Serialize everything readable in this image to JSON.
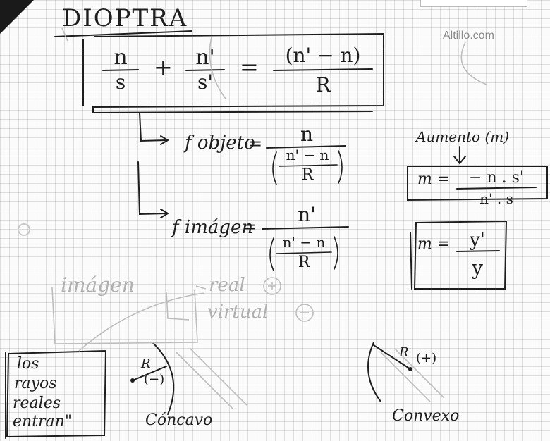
{
  "title": "DIOPTRA",
  "watermark": "Altillo.com",
  "formula": {
    "n1": "n",
    "d1": "s",
    "plus": "+",
    "n2": "n'",
    "d2": "s'",
    "equals": "=",
    "n3": "(n' − n)",
    "d3": "R"
  },
  "fobjeto": {
    "label": "f objeto",
    "equals": "=",
    "num": "n",
    "den_num": "n' − n",
    "den_den": "R"
  },
  "fimagen": {
    "label": "f imágen",
    "equals": "=",
    "num": "n'",
    "den_num": "n' − n",
    "den_den": "R"
  },
  "aumento": {
    "label": "Aumento (m)",
    "formula1_lhs": "m =",
    "formula1_num": "− n . s'",
    "formula1_den": "n' . s",
    "formula2_lhs": "m =",
    "formula2_num": "y'",
    "formula2_den": "y"
  },
  "faded_notes": {
    "imagen": "imágen",
    "real": "real",
    "plus": "+",
    "virtual": "virtual",
    "minus": "−"
  },
  "note_box": {
    "line1": "los",
    "line2": "rayos",
    "line3": "reales",
    "line4": "entran\""
  },
  "concavo": {
    "r_label": "R",
    "sign": "(−)",
    "caption": "Cóncavo"
  },
  "convexo": {
    "r_label": "R",
    "sign": "(+)",
    "caption": "Convexo"
  }
}
